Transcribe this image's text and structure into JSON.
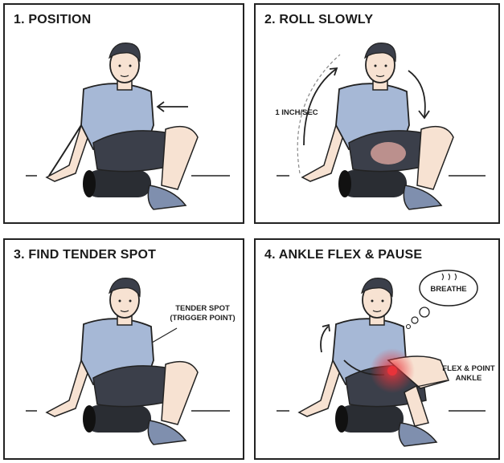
{
  "panels": [
    {
      "title": "1. POSITION"
    },
    {
      "title": "2. ROLL SLOWLY",
      "annotation": "1 INCH/SEC"
    },
    {
      "title": "3. FIND TENDER SPOT",
      "annotation_line1": "TENDER SPOT",
      "annotation_line2": "(TRIGGER POINT)"
    },
    {
      "title": "4. ANKLE FLEX & PAUSE",
      "bubble": "BREATHE",
      "annotation_line1": "FLEX & POINT",
      "annotation_line2": "ANKLE"
    }
  ],
  "colors": {
    "shirt": "#a6b8d6",
    "shorts": "#3b3f4a",
    "shoes": "#7f8fae",
    "skin": "#f7e2d2",
    "roller": "#2a2d33",
    "highlight": "#e8333a"
  }
}
